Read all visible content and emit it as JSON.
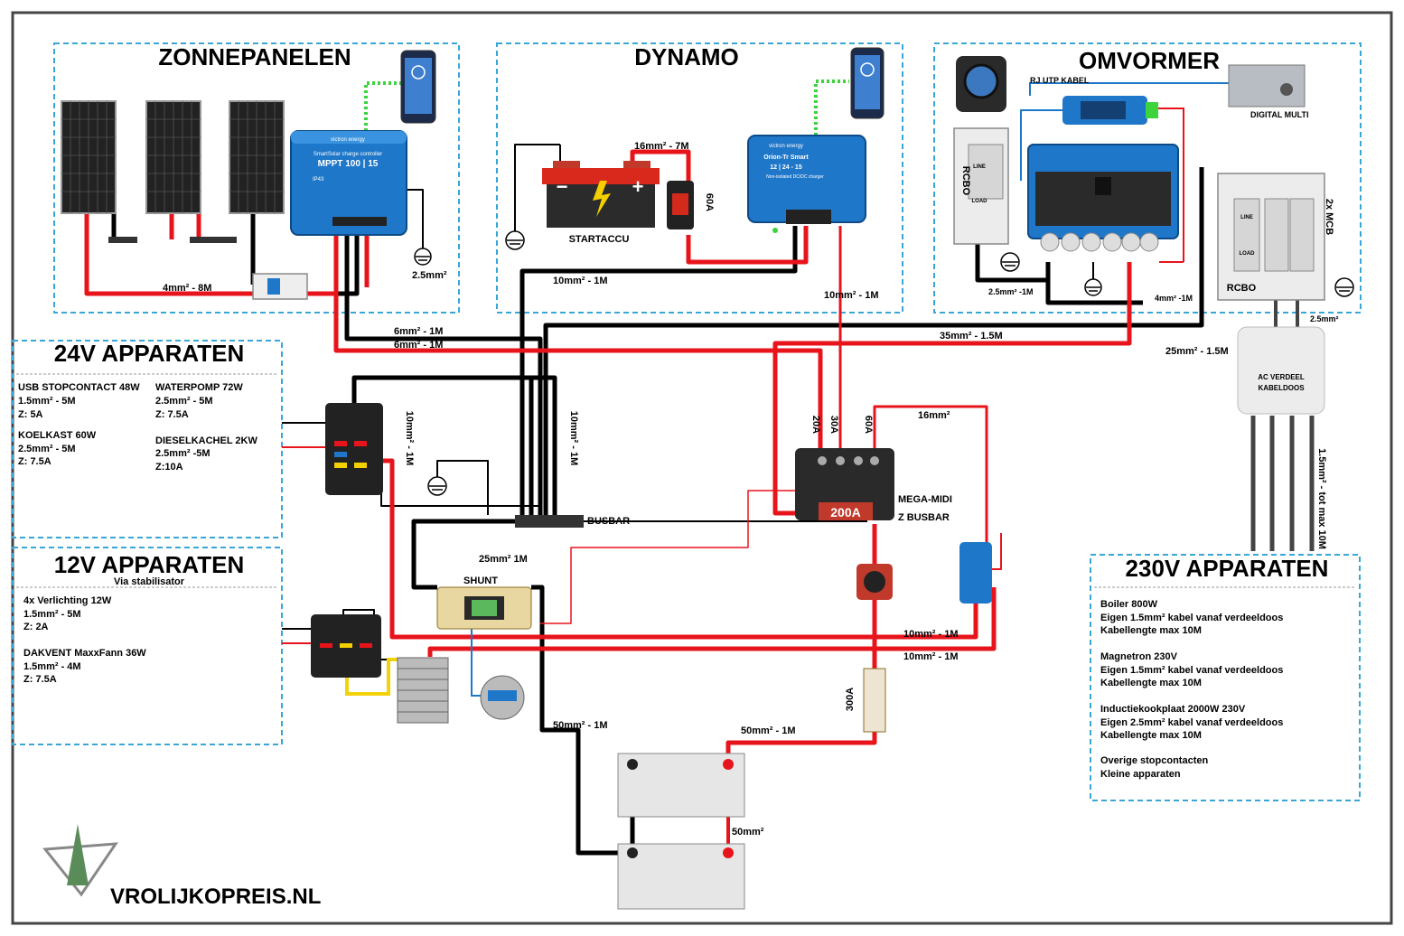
{
  "sections": {
    "zonnepanelen": "ZONNEPANELEN",
    "dynamo": "DYNAMO",
    "omvormer": "OMVORMER",
    "apparaten_24v": "24V APPARATEN",
    "apparaten_12v": "12V APPARATEN",
    "apparaten_12v_sub": "Via stabilisator",
    "apparaten_230v": "230V APPARATEN"
  },
  "list_24v": {
    "usb": [
      "USB STOPCONTACT 48W",
      "1.5mm² - 5M",
      "Z: 5A"
    ],
    "koelkast": [
      "KOELKAST 60W",
      "2.5mm² - 5M",
      "Z: 7.5A"
    ],
    "waterpomp": [
      "WATERPOMP 72W",
      "2.5mm² - 5M",
      "Z: 7.5A"
    ],
    "dieselkachel": [
      "DIESELKACHEL 2KW",
      "2.5mm² -5M",
      "Z:10A"
    ]
  },
  "list_12v": {
    "verlichting": [
      "4x Verlichting 12W",
      "1.5mm² - 5M",
      "Z: 2A"
    ],
    "dakvent": [
      "DAKVENT MaxxFann 36W",
      "1.5mm² - 4M",
      "Z: 7.5A"
    ]
  },
  "list_230v": {
    "boiler": [
      "Boiler 800W",
      "Eigen 1.5mm² kabel vanaf verdeeldoos",
      "Kabellengte max 10M"
    ],
    "magnetron": [
      "Magnetron 230V",
      "Eigen 1.5mm² kabel vanaf verdeeldoos",
      "Kabellengte max 10M"
    ],
    "inductie": [
      "Inductiekookplaat 2000W 230V",
      "Eigen 2.5mm² kabel vanaf verdeeldoos",
      "Kabellengte max 10M"
    ],
    "overige": [
      "Overige stopcontacten",
      "Kleine apparaten"
    ]
  },
  "components": {
    "mppt_brand": "victron energy",
    "mppt_name": "SmartSolar charge controller",
    "mppt_model": "MPPT 100 | 15",
    "mppt_ip": "IP43",
    "orion_brand": "victron energy",
    "orion_name": "Orion-Tr Smart",
    "orion_model": "12 | 24 - 15",
    "orion_sub": "Non-isolated DC/DC charger",
    "startaccu": "STARTACCU",
    "fuse_60a": "60A",
    "rj_utp": "RJ UTP KABEL",
    "digital_multi": "DIGITAL MULTI",
    "rcbo": "RCBO",
    "line": "LINE",
    "load": "LOAD",
    "mcb": "2x MCB",
    "ac_box": [
      "AC VERDEEL",
      "KABELDOOS"
    ],
    "busbar": "BUSBAR",
    "mega_midi": [
      "MEGA-MIDI",
      "Z BUSBAR"
    ],
    "mega_200a": "200A",
    "fuse_20a": "20A",
    "fuse_30a": "30A",
    "fuse_60a_b": "60A",
    "shunt": "SHUNT",
    "fuse_300a": "300A",
    "logo_text": "VROLIJKOPREIS.NL",
    "minus": "−",
    "plus": "+"
  },
  "cables": {
    "c_4mm_8m": "4mm² - 8M",
    "c_25_a": "2.5mm²",
    "c_16_7m": "16mm² - 7M",
    "c_10_1m_dyn": "10mm² - 1M",
    "c_10_1m_orion": "10mm² - 1M",
    "c_6_1m_a": "6mm² - 1M",
    "c_6_1m_b": "6mm² - 1M",
    "c_35_15": "35mm² - 1.5M",
    "c_25_15": "25mm² - 1.5M",
    "c_25_1m_omv": "2.5mm² -1M",
    "c_4_1m": "4mm² -1M",
    "c_25_b": "2.5mm²",
    "c_16": "16mm²",
    "c_10_1m_v1": "10mm² - 1M",
    "c_10_1m_v2": "10mm² - 1M",
    "c_25_1m_busbar": "25mm² 1M",
    "c_10_1m_h1": "10mm² - 1M",
    "c_10_1m_h2": "10mm² - 1M",
    "c_50_1m_a": "50mm² - 1M",
    "c_50_1m_b": "50mm² - 1M",
    "c_50": "50mm²",
    "c_15_10m": "1.5mm² - tot max 10M"
  },
  "colors": {
    "red": "#e8141b",
    "black": "#000000",
    "green_dotted": "#3cd33c",
    "victron_blue": "#1f77c9",
    "dashed_border": "#3aa6d8",
    "battery_gray": "#e6e6e6"
  }
}
